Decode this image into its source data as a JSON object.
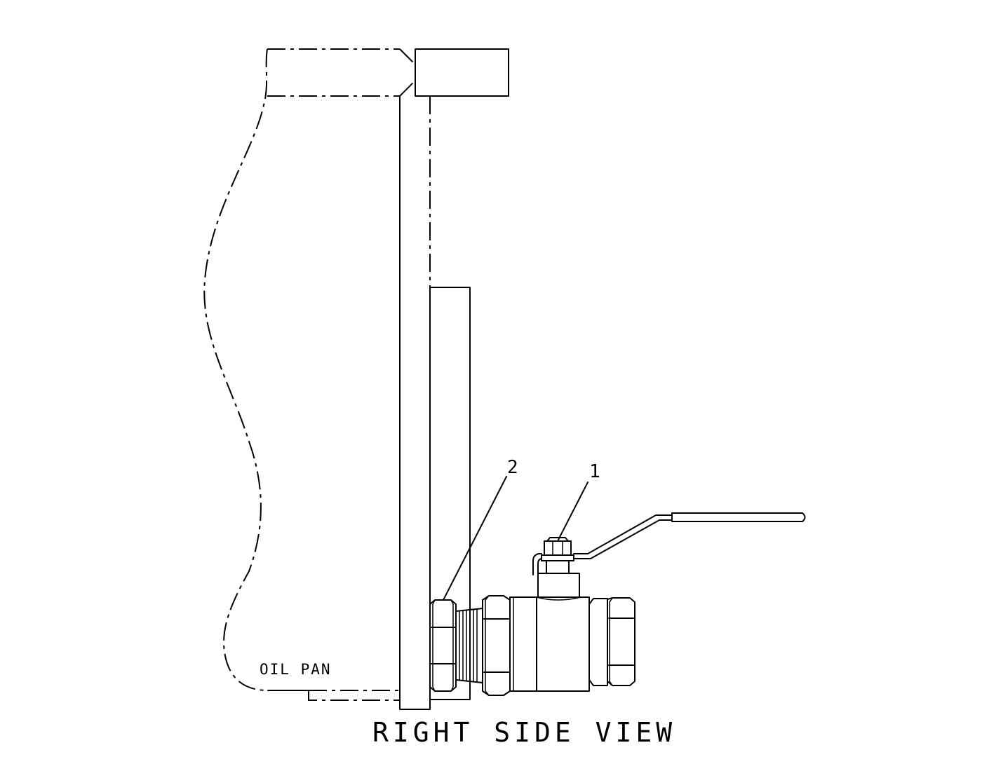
{
  "drawing": {
    "title": "RIGHT SIDE VIEW",
    "note": "OIL PAN",
    "callouts": [
      {
        "id": "callout-1",
        "label": "1"
      },
      {
        "id": "callout-2",
        "label": "2"
      }
    ],
    "line_color": "#000000",
    "background_color": "#ffffff"
  }
}
